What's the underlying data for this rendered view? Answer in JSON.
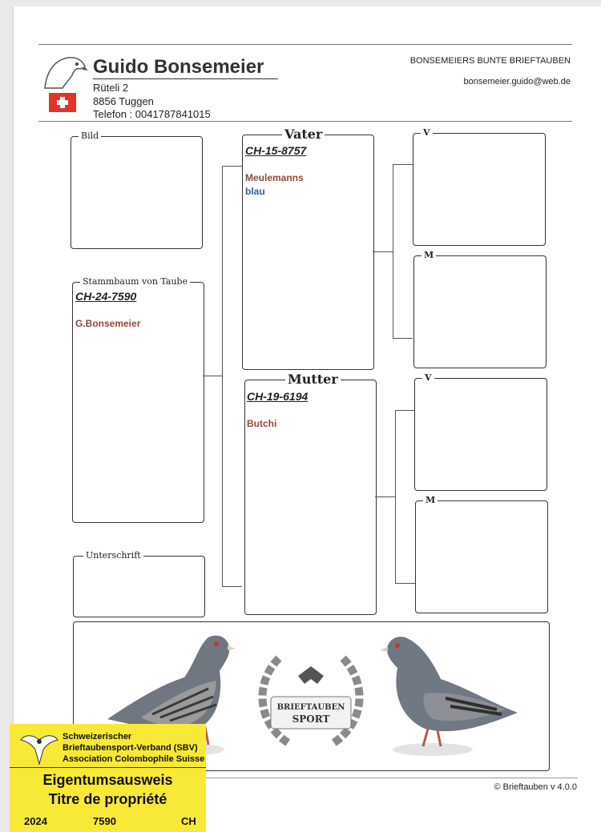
{
  "header": {
    "name": "Guido Bonsemeier",
    "street": "Rüteli 2",
    "city": "8856 Tuggen",
    "phone": "Telefon : 0041787841015",
    "club": "BONSEMEIERS BUNTE BRIEFTAUBEN",
    "email": "bonsemeier.guido@web.de"
  },
  "labels": {
    "bild": "Bild",
    "stammbaum": "Stammbaum von Taube",
    "unterschrift": "Unterschrift",
    "vater": "Vater",
    "mutter": "Mutter",
    "v": "V",
    "m": "M"
  },
  "subject": {
    "ring": "CH-24-7590",
    "breeder": "G.Bonsemeier"
  },
  "father": {
    "ring": "CH-15-8757",
    "line": "Meulemanns",
    "color": "blau"
  },
  "mother": {
    "ring": "CH-19-6194",
    "line": "Butchi"
  },
  "badge": {
    "line1": "BRIEFTAUBEN",
    "line2": "SPORT"
  },
  "footer": "© Brieftauben v 4.0.0",
  "sticker": {
    "org1": "Schweizerischer",
    "org2": "Brieftaubensport-Verband (SBV)",
    "org3": "Association Colombophile Suisse",
    "title1": "Eigentumsausweis",
    "title2": "Titre de propriété",
    "year": "2024",
    "number": "7590",
    "country": "CH"
  },
  "colors": {
    "accent_brown": "#8b4a3a",
    "accent_blue": "#2f5f8f",
    "sticker_yellow": "#f7e936",
    "flag_red": "#e3332b"
  }
}
